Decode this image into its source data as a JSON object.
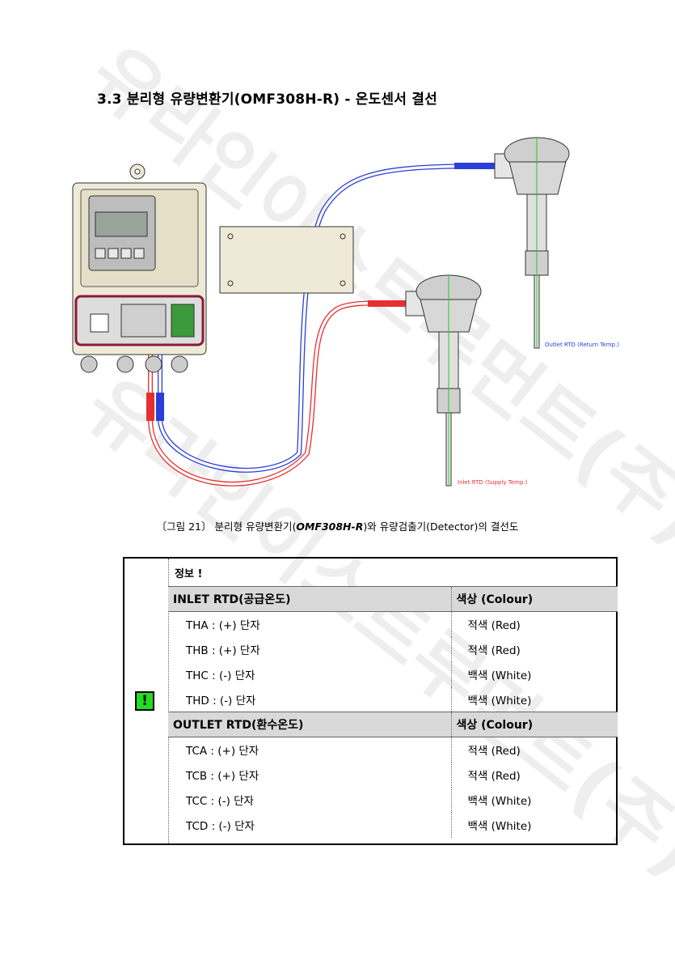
{
  "section_title": "3.3 분리형 유량변환기(OMF308H-R) - 온도센서 결선",
  "labels": {
    "outlet_rtd": "Outlet RTD (Return Temp.)",
    "inlet_rtd": "Inlet RTD (Supply Temp.)"
  },
  "caption": {
    "prefix": "〔그림 21〕 분리형 유량변환기(",
    "model": "OMF308H-R",
    "suffix": ")와 유량검출기(Detector)의 결선도"
  },
  "info": {
    "title": "정보 !",
    "icon": "exclamation-icon",
    "inlet_header": {
      "name": "INLET RTD(공급온도)",
      "colour": "색상 (Colour)"
    },
    "inlet_rows": [
      {
        "terminal": "THA : (+) 단자",
        "colour": "적색 (Red)"
      },
      {
        "terminal": "THB : (+) 단자",
        "colour": "적색 (Red)"
      },
      {
        "terminal": "THC : (-) 단자",
        "colour": "백색 (White)"
      },
      {
        "terminal": "THD : (-) 단자",
        "colour": "백색 (White)"
      }
    ],
    "outlet_header": {
      "name": "OUTLET RTD(환수온도)",
      "colour": "색상 (Colour)"
    },
    "outlet_rows": [
      {
        "terminal": "TCA : (+) 단자",
        "colour": "적색 (Red)"
      },
      {
        "terminal": "TCB : (+) 단자",
        "colour": "적색 (Red)"
      },
      {
        "terminal": "TCC : (-) 단자",
        "colour": "백색 (White)"
      },
      {
        "terminal": "TCD : (-) 단자",
        "colour": "백색 (White)"
      }
    ]
  },
  "colors": {
    "red_wire": "#e53030",
    "blue_wire": "#2a3fd8",
    "warn_green": "#22dd22"
  }
}
